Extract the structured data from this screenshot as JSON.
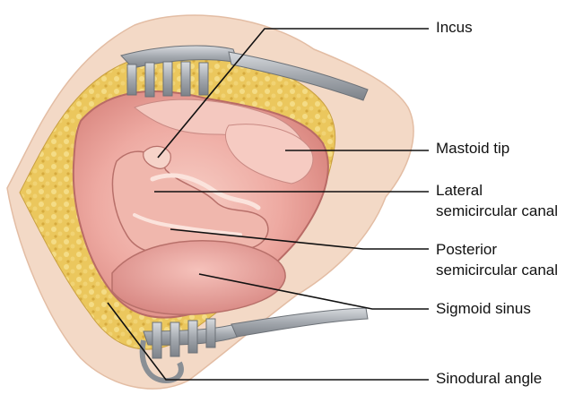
{
  "labels": {
    "incus": "Incus",
    "mastoid_tip": "Mastoid tip",
    "lateral_1": "Lateral",
    "lateral_2": "semicircular canal",
    "posterior_1": "Posterior",
    "posterior_2": "semicircular canal",
    "sigmoid_sinus": "Sigmoid sinus",
    "sinodural_angle": "Sinodural angle"
  },
  "colors": {
    "skin": "#f3d9c6",
    "fat": "#e8c45a",
    "tissue": "#e9a6a0",
    "tissue_dark": "#c97c78",
    "cavity": "#f2b9b0",
    "retractor": "#a9adb2",
    "leader": "#111111"
  }
}
